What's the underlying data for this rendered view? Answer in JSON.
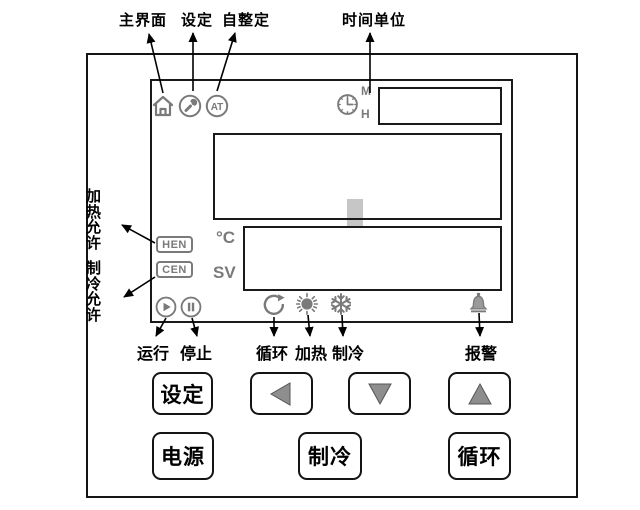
{
  "callouts": {
    "top": [
      "主界面",
      "设定",
      "自整定",
      "时间单位"
    ],
    "left": [
      "加热允许",
      "制冷允许"
    ],
    "bottom": [
      "运行",
      "停止",
      "循环",
      "加热",
      "制冷",
      "报警"
    ]
  },
  "panel": {
    "autotune_text": "AT",
    "minute_label": "M",
    "hour_label": "H",
    "celsius_label": "°C",
    "sv_label": "SV",
    "heat_enable_text": "HEN",
    "cool_enable_text": "CEN",
    "icons": [
      "home-icon",
      "settings-wrench-icon",
      "autotune-icon",
      "clock-icon",
      "run-icon",
      "stop-icon",
      "cycle-icon",
      "heat-icon",
      "cool-icon",
      "alarm-icon"
    ],
    "displays": [
      "time-display",
      "pv-display",
      "sv-display"
    ]
  },
  "buttons": {
    "set": "设定",
    "power": "电源",
    "cool": "制冷",
    "cycle": "循环",
    "arrow_icons": [
      "left-arrow-icon",
      "down-arrow-icon",
      "up-arrow-icon"
    ]
  },
  "colors": {
    "icon_gray": "#7a7a7a",
    "frame_black": "#141414",
    "digit_marker_gray": "#c6c6c6",
    "triangle_gray": "#8e8e8e"
  }
}
